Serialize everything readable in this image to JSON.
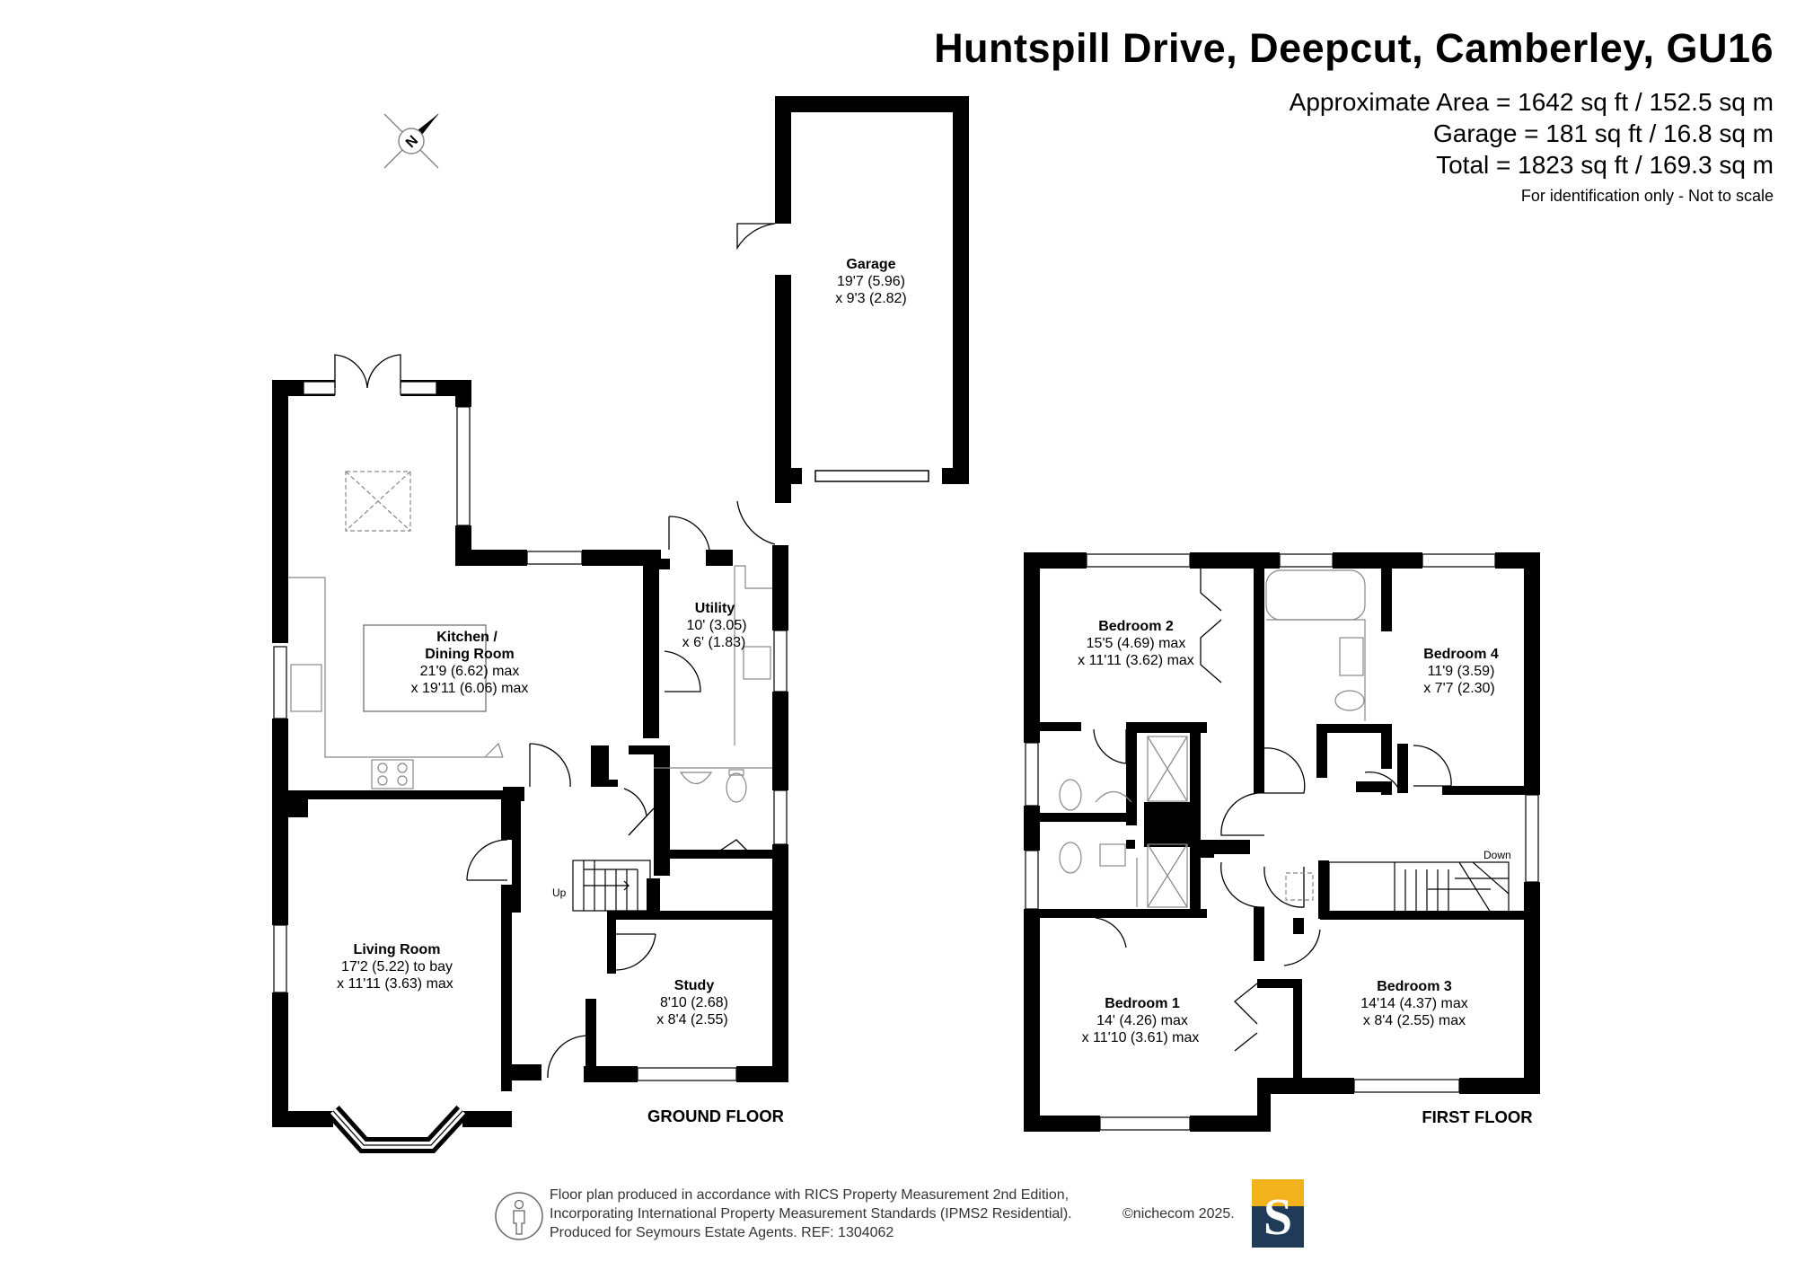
{
  "header": {
    "title": "Huntspill Drive, Deepcut, Camberley, GU16",
    "area_lines": [
      "Approximate Area = 1642 sq ft / 152.5 sq m",
      "Garage = 181 sq ft / 16.8 sq m",
      "Total = 1823 sq ft / 169.3 sq m"
    ],
    "note": "For identification only - Not to scale"
  },
  "compass": {
    "label": "N"
  },
  "floors": {
    "ground": "GROUND FLOOR",
    "first": "FIRST FLOOR"
  },
  "stairs": {
    "up": "Up",
    "down": "Down"
  },
  "rooms": {
    "garage": {
      "name": "Garage",
      "dim1": "19'7 (5.96)",
      "dim2": "x 9'3 (2.82)"
    },
    "kitchen": {
      "name1": "Kitchen /",
      "name2": "Dining Room",
      "dim1": "21'9 (6.62) max",
      "dim2": "x 19'11 (6.06) max"
    },
    "utility": {
      "name": "Utility",
      "dim1": "10' (3.05)",
      "dim2": "x 6' (1.83)"
    },
    "living": {
      "name": "Living Room",
      "dim1": "17'2 (5.22) to bay",
      "dim2": "x 11'11 (3.63) max"
    },
    "study": {
      "name": "Study",
      "dim1": "8'10 (2.68)",
      "dim2": "x 8'4 (2.55)"
    },
    "bedroom2": {
      "name": "Bedroom 2",
      "dim1": "15'5 (4.69) max",
      "dim2": "x 11'11 (3.62) max"
    },
    "bedroom4": {
      "name": "Bedroom 4",
      "dim1": "11'9 (3.59)",
      "dim2": "x 7'7 (2.30)"
    },
    "bedroom1": {
      "name": "Bedroom 1",
      "dim1": "14' (4.26) max",
      "dim2": "x 11'10 (3.61) max"
    },
    "bedroom3": {
      "name": "Bedroom 3",
      "dim1": "14'14 (4.37) max",
      "dim2": "x 8'4 (2.55) max"
    }
  },
  "footer": {
    "line1": "Floor plan produced in accordance with RICS Property Measurement 2nd Edition,",
    "line2": "Incorporating International Property Measurement Standards (IPMS2 Residential).",
    "line3": "Produced for Seymours Estate Agents.   REF: 1304062",
    "credit": "©nichecom 2025.",
    "logo_letter": "S",
    "logo_colors": {
      "top": "#f2b21c",
      "bottom": "#1f3b57"
    }
  }
}
